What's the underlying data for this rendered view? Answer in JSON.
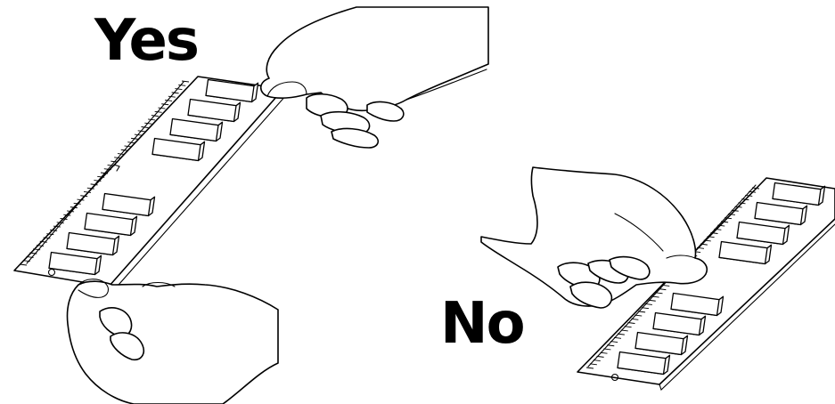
{
  "labels": {
    "yes": "Yes",
    "no": "No"
  },
  "icons": {
    "correct_handling": "memory-module-held-by-edges-illustration",
    "incorrect_handling": "memory-module-held-by-contacts-illustration"
  },
  "colors": {
    "ink": "#000000",
    "background": "#ffffff"
  }
}
